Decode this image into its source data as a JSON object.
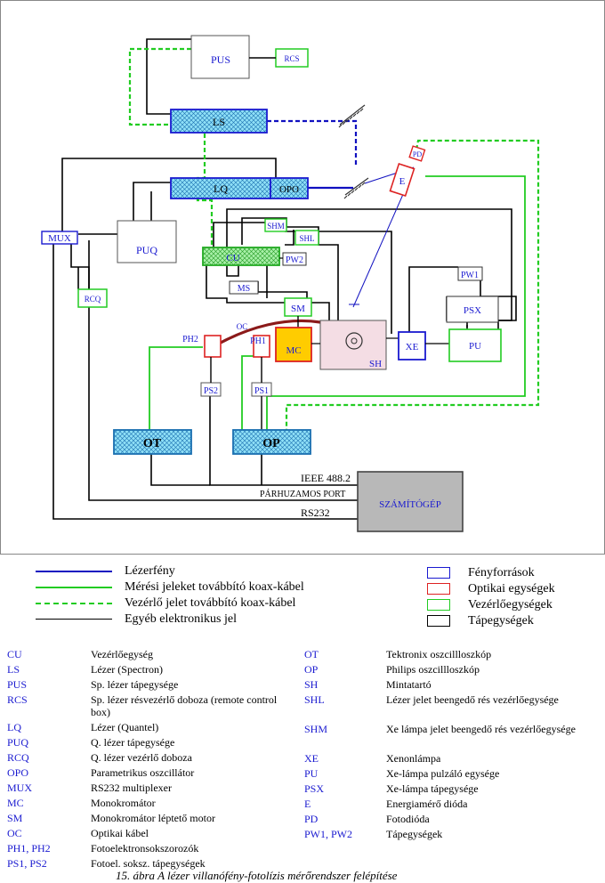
{
  "diagram": {
    "boxes": {
      "pus": "PUS",
      "rcs": "RCS",
      "ls": "LS",
      "lq": "LQ",
      "opo": "OPO",
      "mux": "MUX",
      "puq": "PUQ",
      "rcq": "RCQ",
      "cu": "CU",
      "pw2": "PW2",
      "shm": "SHM",
      "shl": "SHL",
      "ms": "MS",
      "sm": "SM",
      "mc": "MC",
      "pd": "PD",
      "e": "E",
      "pw1": "PW1",
      "psx": "PSX",
      "xe": "XE",
      "pu": "PU",
      "sh": "SH",
      "ph2": "PH2",
      "ph1": "PH1",
      "oc": "OC",
      "ps2": "PS2",
      "ps1": "PS1",
      "ot": "OT",
      "op": "OP",
      "computer": "SZÁMÍTÓGÉP"
    },
    "bus_labels": {
      "ieee": "IEEE 488.2",
      "parallel": "PÁRHUZAMOS PORT",
      "rs232": "RS232"
    },
    "colors": {
      "laser": "#1010c0",
      "measure": "#22cc22",
      "control": "#22cc22",
      "other": "#000000",
      "light_source_box": "#1a1ad0",
      "optic_box": "#dd2222",
      "control_box": "#22cc22",
      "power_box": "#000000",
      "hatch": "#7fd8f0",
      "computer_fill": "#b8b8b8",
      "mc_fill": "#ffcc00",
      "sample_fill": "#f4dde4",
      "fiber": "#8b1a1a"
    }
  },
  "legend": {
    "lines": [
      {
        "label": "Lézerfény",
        "style": "laser"
      },
      {
        "label": "Mérési jeleket továbbító koax-kábel",
        "style": "measure"
      },
      {
        "label": "Vezérlő jelet továbbító koax-kábel",
        "style": "control"
      },
      {
        "label": "Egyéb elektronikus jel",
        "style": "other"
      }
    ],
    "boxes": [
      {
        "label": "Fényforrások",
        "style": "light_source_box"
      },
      {
        "label": "Optikai egységek",
        "style": "optic_box"
      },
      {
        "label": "Vezérlőegységek",
        "style": "control_box"
      },
      {
        "label": "Tápegységek",
        "style": "power_box"
      }
    ]
  },
  "abbreviations": {
    "left": [
      {
        "key": "CU",
        "desc": "Vezérlőegység"
      },
      {
        "key": "LS",
        "desc": "Lézer (Spectron)"
      },
      {
        "key": "PUS",
        "desc": "Sp. lézer tápegysége"
      },
      {
        "key": "RCS",
        "desc": "Sp. lézer résvezérlő doboza (remote control box)"
      },
      {
        "key": "LQ",
        "desc": "Lézer (Quantel)"
      },
      {
        "key": "PUQ",
        "desc": "Q. lézer tápegysége"
      },
      {
        "key": "RCQ",
        "desc": "Q. lézer vezérlő doboza"
      },
      {
        "key": "OPO",
        "desc": "Parametrikus oszcillátor"
      },
      {
        "key": "MUX",
        "desc": "RS232 multiplexer"
      },
      {
        "key": "MC",
        "desc": "Monokromátor"
      },
      {
        "key": "SM",
        "desc": "Monokromátor léptető motor"
      },
      {
        "key": "OC",
        "desc": "Optikai kábel"
      },
      {
        "key": "PH1, PH2",
        "desc": "Fotoelektronsokszorozók"
      },
      {
        "key": "PS1, PS2",
        "desc": "Fotoel. soksz. tápegységek"
      }
    ],
    "right": [
      {
        "key": "OT",
        "desc": "Tektronix oszcillloszkóp"
      },
      {
        "key": "OP",
        "desc": "Philips oszcillloszkóp"
      },
      {
        "key": "SH",
        "desc": "Mintatartó"
      },
      {
        "key": "SHL",
        "desc": "Lézer jelet beengedő rés vezérlőegysége"
      },
      {
        "key": "SHM",
        "desc": "Xe lámpa jelet beengedő rés vezérlőegysége"
      },
      {
        "key": "XE",
        "desc": "Xenonlámpa"
      },
      {
        "key": "PU",
        "desc": "Xe-lámpa pulzáló egysége"
      },
      {
        "key": "PSX",
        "desc": "Xe-lámpa tápegysége"
      },
      {
        "key": "E",
        "desc": "Energiamérő dióda"
      },
      {
        "key": "PD",
        "desc": "Fotodióda"
      },
      {
        "key": "PW1, PW2",
        "desc": "Tápegységek"
      }
    ]
  },
  "caption": "15. ábra A lézer villanófény-fotolízis mérőrendszer felépítése"
}
